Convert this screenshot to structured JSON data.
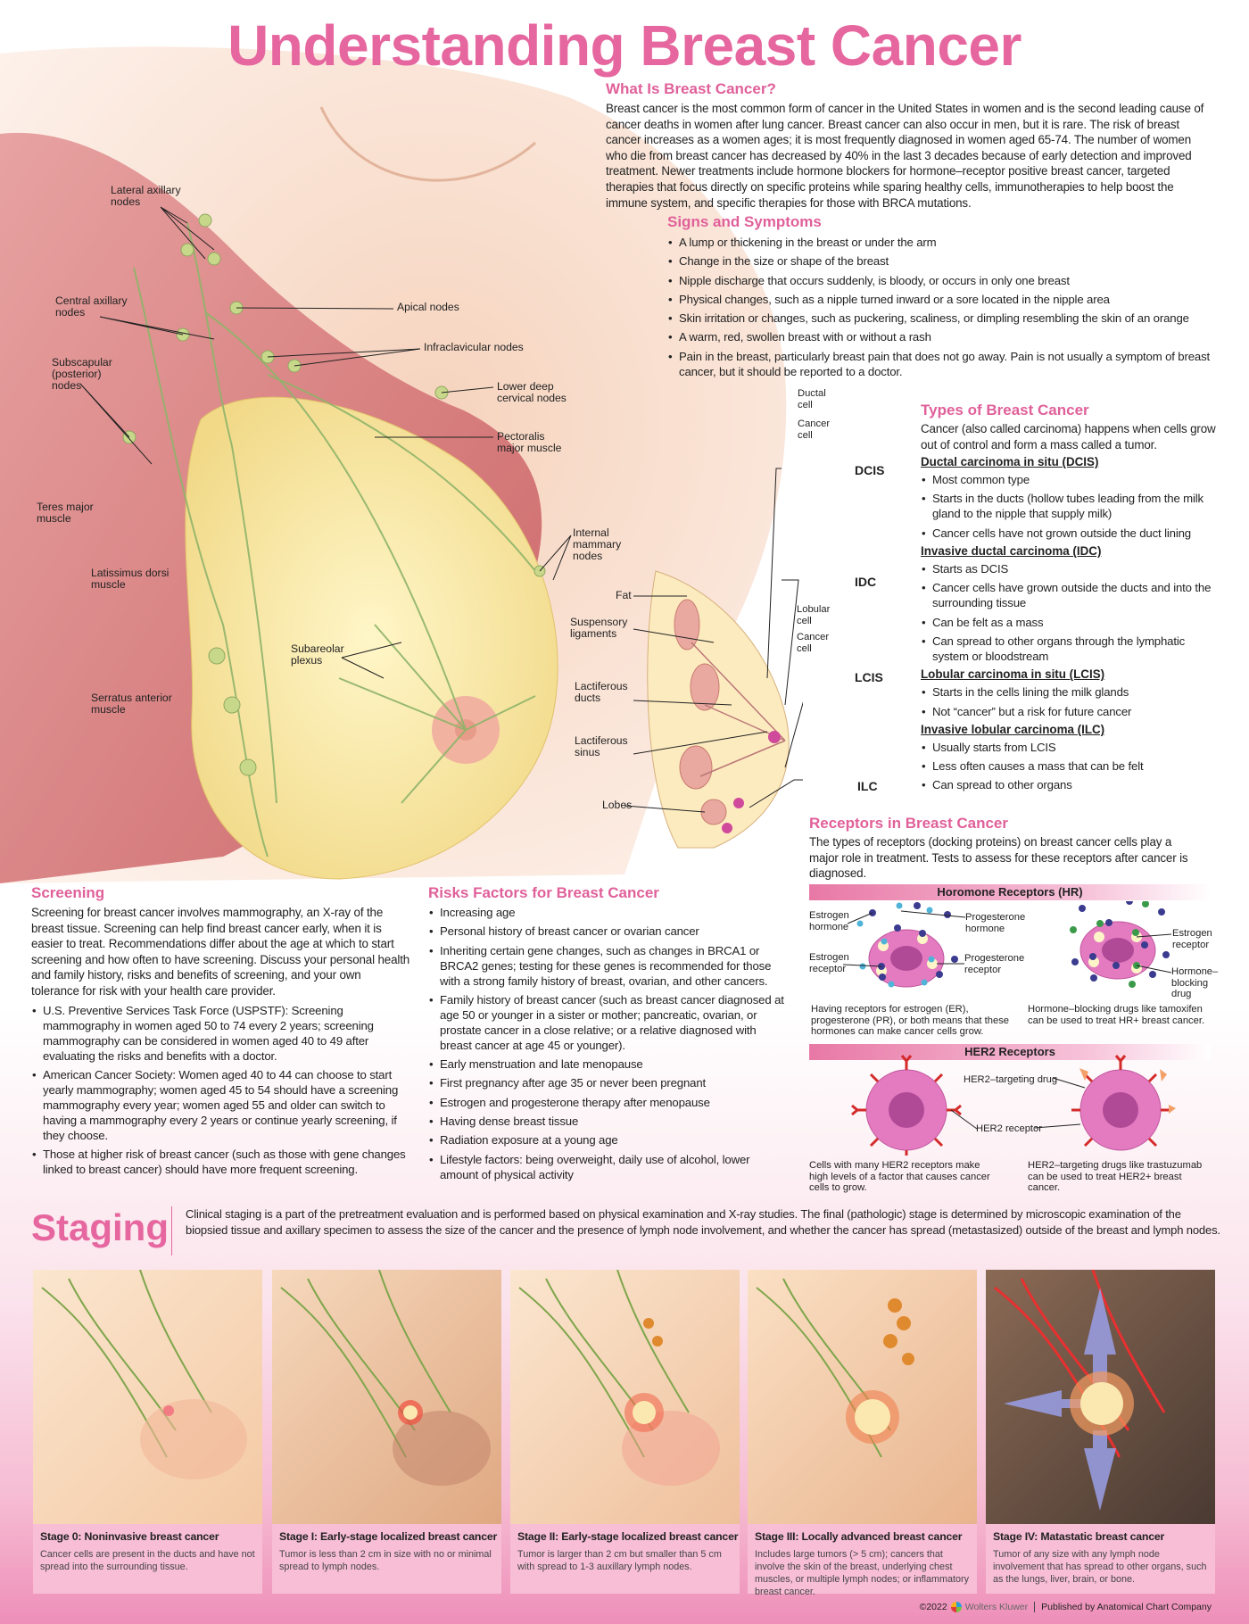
{
  "title": "Understanding Breast Cancer",
  "what": {
    "heading": "What Is Breast Cancer?",
    "body": "Breast cancer is the most common form of cancer in the United States in women and is the second leading cause of cancer deaths in women after lung cancer. Breast cancer can also occur in men, but it is rare. The risk of breast cancer increases as a women ages; it is most frequently diagnosed in women aged 65-74. The number of women who die from breast cancer has decreased by 40% in the last 3 decades because of early detection and improved treatment. Newer treatments include hormone blockers for hormone–receptor positive breast cancer, targeted therapies that focus directly on specific proteins while sparing healthy cells, immunotherapies to help boost the immune system, and specific therapies for those with BRCA mutations."
  },
  "signs": {
    "heading": "Signs and Symptoms",
    "items": [
      "A lump or thickening in the breast or under the arm",
      "Change in the size or shape of the breast",
      "Nipple discharge that occurs suddenly, is bloody, or occurs in only one breast",
      "Physical changes, such as a nipple turned inward or a sore located in the nipple area",
      "Skin irritation or changes, such as puckering, scaliness, or dimpling resembling the skin of an orange",
      "A warm, red, swollen breast with or without a rash",
      "Pain in the breast, particularly breast pain that does not go away. Pain is not usually a symptom of breast cancer, but it should be reported to a doctor."
    ]
  },
  "anatomy": {
    "labels": [
      "Lateral axillary nodes",
      "Central axillary nodes",
      "Subscapular (posterior) nodes",
      "Teres major muscle",
      "Latissimus dorsi muscle",
      "Serratus anterior muscle",
      "Apical nodes",
      "Infraclavicular nodes",
      "Lower deep cervical nodes",
      "Pectoralis major muscle",
      "Internal mammary nodes",
      "Subareolar plexus",
      "Fat",
      "Suspensory ligaments",
      "Lactiferous ducts",
      "Lactiferous sinus",
      "Lobes"
    ]
  },
  "cells": {
    "ductal_cell": "Ductal cell",
    "cancer_cell": "Cancer cell",
    "lobular_cell": "Lobular cell",
    "dcis": "DCIS",
    "idc": "IDC",
    "lcis": "LCIS",
    "ilc": "ILC"
  },
  "types": {
    "heading": "Types of Breast Cancer",
    "intro": "Cancer (also called carcinoma) happens when cells grow out of control and form a mass called a tumor.",
    "groups": [
      {
        "title": "Ductal carcinoma in situ (DCIS)",
        "items": [
          "Most common type",
          "Starts in the ducts (hollow tubes leading from the milk gland to the nipple that supply milk)",
          "Cancer cells have not grown outside the duct lining"
        ]
      },
      {
        "title": "Invasive ductal carcinoma (IDC)",
        "items": [
          "Starts as DCIS",
          "Cancer cells have grown outside the ducts and into the surrounding tissue",
          "Can be felt as a mass",
          "Can spread to other organs through the lymphatic system or bloodstream"
        ]
      },
      {
        "title": "Lobular carcinoma in situ (LCIS)",
        "items": [
          "Starts in the cells lining the milk glands",
          "Not “cancer” but a risk for future cancer"
        ]
      },
      {
        "title": "Invasive lobular carcinoma (ILC)",
        "items": [
          "Usually starts from LCIS",
          "Less often causes a mass that can be felt",
          "Can spread to other organs"
        ]
      }
    ]
  },
  "receptors": {
    "heading": "Receptors in Breast Cancer",
    "intro": "The types of receptors (docking proteins) on breast cancer cells play a major role in treatment. Tests to assess for these receptors after cancer is diagnosed.",
    "hr_bar": "Horomone Receptors (HR)",
    "her2_bar": "HER2 Receptors",
    "hr_labels": {
      "estrogen_hormone": "Estrogen hormone",
      "progesterone_hormone": "Progesterone hormone",
      "estrogen_receptor": "Estrogen receptor",
      "progesterone_receptor": "Progesterone receptor",
      "estrogen_receptor_2": "Estrogen receptor",
      "blocking_drug": "Hormone–blocking drug"
    },
    "hr_caption_left": "Having receptors for estrogen (ER), progesterone (PR), or both means that these hormones can make cancer cells grow.",
    "hr_caption_right": "Hormone–blocking drugs like tamoxifen can be used to treat HR+ breast cancer.",
    "her2_labels": {
      "drug": "HER2–targeting drug",
      "receptor": "HER2 receptor"
    },
    "her2_caption_left": "Cells with many HER2 receptors make high levels of a factor that causes cancer cells to grow.",
    "her2_caption_right": "HER2–targeting drugs like trastuzumab can be used to treat HER2+ breast cancer."
  },
  "screening": {
    "heading": "Screening",
    "body": "Screening for breast cancer involves mammography, an X-ray of the breast tissue. Screening can help find breast cancer early, when it is easier to treat. Recommendations differ about the age at which to start screening and how often to have screening. Discuss your personal health and family history, risks and benefits of screening, and your own tolerance for risk with your health care provider.",
    "items": [
      "U.S. Preventive Services Task Force (USPSTF): Screening mammography in women aged 50 to 74 every 2 years; screening mammography can be considered in women aged 40 to 49 after evaluating the risks and benefits with a doctor.",
      "American Cancer Society: Women aged 40 to 44 can choose to start yearly mammography; women aged 45 to 54 should have a screening mammography every year; women aged 55 and older can switch to having a mammography every 2 years or continue yearly screening, if they choose.",
      "Those at higher risk of breast cancer (such as those with gene changes linked to breast cancer) should have more frequent screening."
    ]
  },
  "risks": {
    "heading": "Risks Factors for Breast Cancer",
    "items": [
      "Increasing age",
      "Personal history of breast cancer or ovarian cancer",
      "Inheriting certain gene changes, such as changes in BRCA1 or BRCA2 genes; testing for these genes is recommended for those with a strong family history of breast, ovarian, and other cancers.",
      "Family history of breast cancer (such as breast cancer diagnosed at age 50 or younger in a sister or mother; pancreatic, ovarian, or prostate cancer in a close relative; or a relative diagnosed with breast cancer at age 45 or younger).",
      "Early menstruation and late menopause",
      "First pregnancy after age 35 or never been pregnant",
      "Estrogen and progesterone therapy after menopause",
      "Having dense breast tissue",
      "Radiation exposure at a young age",
      "Lifestyle factors: being overweight, daily use of alcohol, lower amount of physical activity"
    ]
  },
  "staging": {
    "heading": "Staging",
    "intro": "Clinical staging is a part of the pretreatment evaluation and is performed based on physical examination and X-ray studies. The final (pathologic) stage is determined by microscopic examination of the biopsied tissue and axillary specimen to assess the size of the cancer and the presence of lymph node involvement, and whether the cancer has spread (metastasized) outside of the breast and lymph nodes.",
    "stages": [
      {
        "title": "Stage 0: Noninvasive breast cancer",
        "desc": "Cancer cells are present in the ducts and have not spread into the surrounding tissue."
      },
      {
        "title": "Stage I: Early-stage localized breast cancer",
        "desc": "Tumor is less than 2 cm in size with no or minimal spread to lymph nodes."
      },
      {
        "title": "Stage II: Early-stage localized breast cancer",
        "desc": "Tumor is larger than 2 cm but smaller than 5 cm with spread to 1-3 auxillary lymph nodes."
      },
      {
        "title": "Stage III: Locally advanced breast cancer",
        "desc": "Includes large tumors (> 5 cm); cancers that involve the skin of the breast, underlying chest muscles, or multiple lymph nodes; or inflammatory breast cancer."
      },
      {
        "title": "Stage IV: Matastatic breast cancer",
        "desc": "Tumor of any size with any lymph node involvement that has spread to other organs, such as the lungs, liver, brain, or bone."
      }
    ]
  },
  "footer": {
    "copyright": "©2022",
    "brand": "Wolters Kluwer",
    "publisher": "Published by Anatomical Chart Company"
  },
  "colors": {
    "accent": "#e6679f",
    "caption_bg": "#f7bed5"
  }
}
